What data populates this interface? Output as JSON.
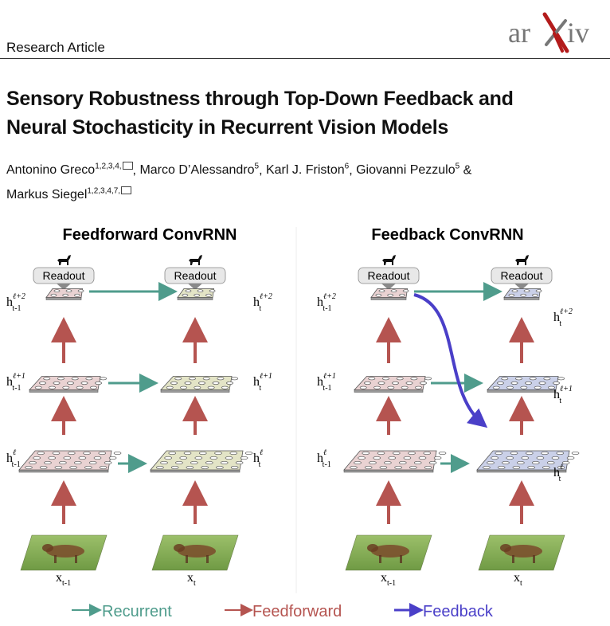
{
  "header": {
    "section_label": "Research Article",
    "logo_text": "arXiv",
    "colors": {
      "logo_gray": "#777777",
      "logo_red": "#b31b1b"
    }
  },
  "article": {
    "title_line1": "Sensory Robustness through Top-Down Feedback and",
    "title_line2": "Neural Stochasticity in Recurrent Vision Models",
    "authors": [
      {
        "name": "Antonino Greco",
        "aff": "1,2,3,4,",
        "corresponding": true,
        "sep": ", "
      },
      {
        "name": "Marco D’Alessandro",
        "aff": "5",
        "corresponding": false,
        "sep": ", "
      },
      {
        "name": "Karl J. Friston",
        "aff": "6",
        "corresponding": false,
        "sep": ", "
      },
      {
        "name": "Giovanni Pezzulo",
        "aff": "5",
        "corresponding": false,
        "sep": " &"
      },
      {
        "name": "Markus Siegel",
        "aff": "1,2,3,4,7,",
        "corresponding": true,
        "sep": ""
      }
    ]
  },
  "figure": {
    "panel_left_title": "Feedforward ConvRNN",
    "panel_right_title": "Feedback ConvRNN",
    "readout_label": "Readout",
    "state_base": "h",
    "input_base": "x",
    "sub_prev": "t-1",
    "sub_curr": "t",
    "layer_sups": [
      "ℓ+2",
      "ℓ+1",
      "ℓ"
    ],
    "legend": {
      "recurrent": "Recurrent",
      "feedforward": "Feedforward",
      "feedback": "Feedback"
    },
    "colors": {
      "recurrent": "#4f9c8c",
      "feedforward": "#b55450",
      "feedback": "#4a3fc8",
      "layer_prev": "#e9d2d2",
      "layer_curr_ff": "#e3e4c6",
      "layer_curr_fb": "#cad0e8"
    },
    "icon": "horse-icon"
  }
}
